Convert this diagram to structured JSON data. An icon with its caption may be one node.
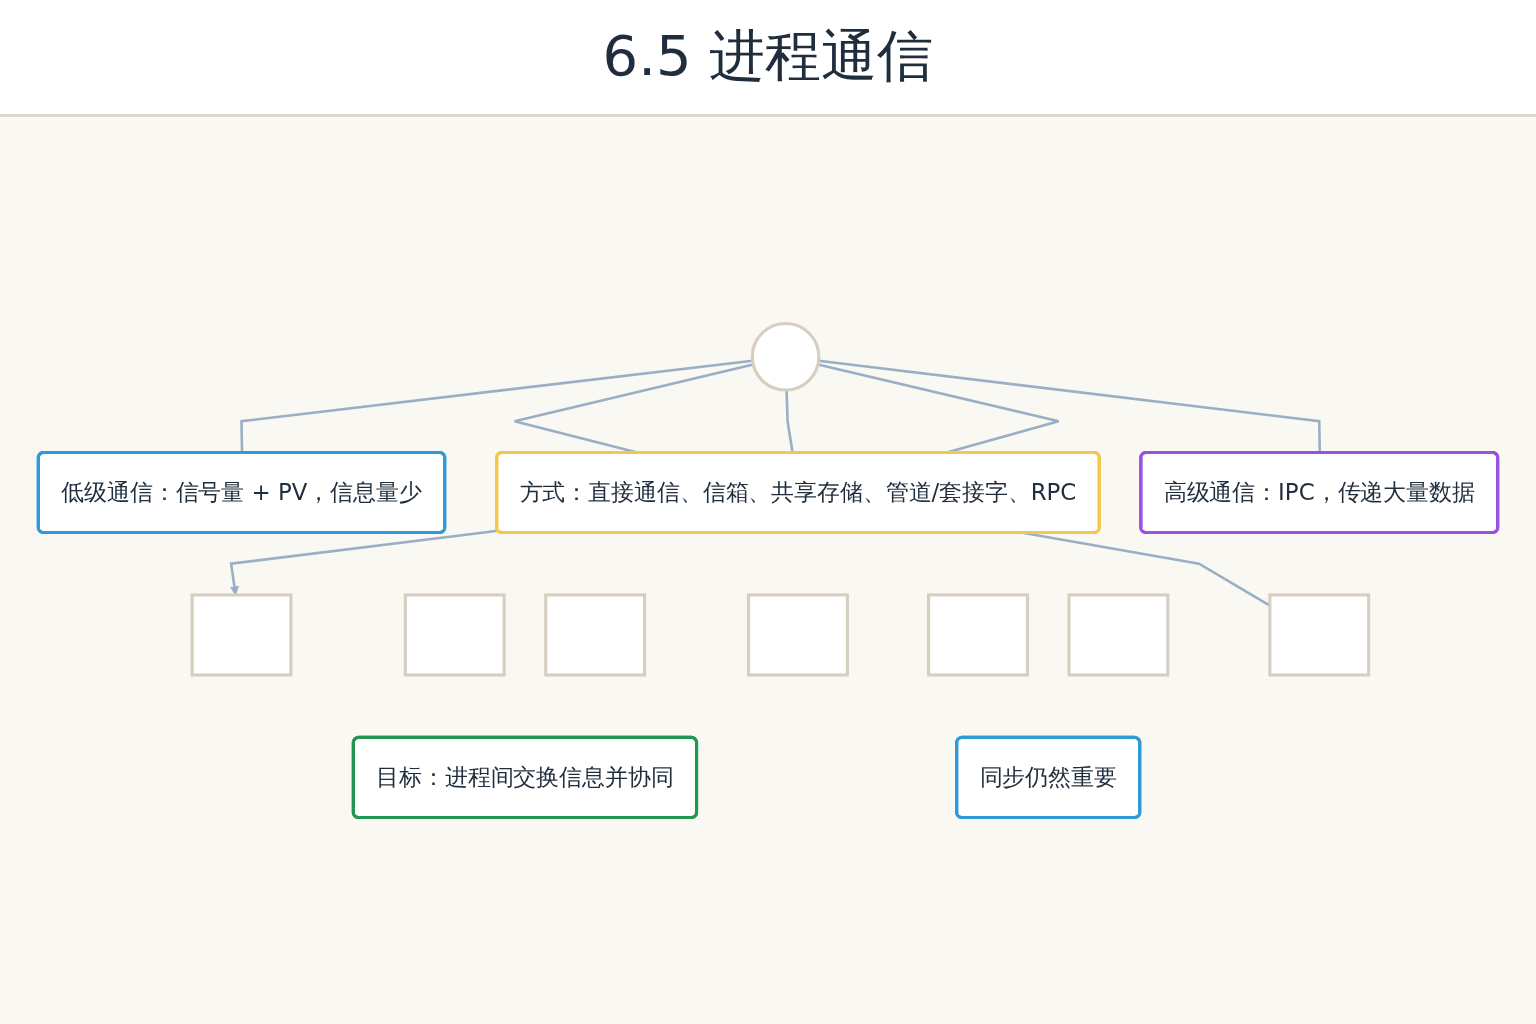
{
  "diagram": {
    "title": "6.5 进程通信",
    "nodes": [
      {
        "text": [
          "低级通信：信号量 + PV，信息量少"
        ]
      },
      {
        "text": [],
        "shape": "circle"
      },
      {
        "text": [
          "高级通信：IPC，传递大量数据"
        ]
      },
      {
        "text": [
          "方式：直接通信、信箱、共享存储、管道/套接字、RPC"
        ]
      },
      {
        "text": [],
        "shape": "box"
      },
      {
        "text": [],
        "shape": "box"
      },
      {
        "text": [],
        "shape": "box"
      },
      {
        "text": [],
        "shape": "box"
      },
      {
        "text": [],
        "shape": "box"
      },
      {
        "text": [],
        "shape": "box"
      },
      {
        "text": [],
        "shape": "box"
      },
      {
        "text": [
          "目标：进程间交换信息并协同"
        ]
      },
      {
        "text": [
          "同步仍然重要"
        ]
      }
    ],
    "edges": [
      {
        "from": 1,
        "to": 0,
        "arrow": "none"
      },
      {
        "from": 1,
        "to": 3,
        "arrow": "none"
      },
      {
        "from": 1,
        "to": 3,
        "arrow": "none"
      },
      {
        "from": 1,
        "to": 3,
        "arrow": "none"
      },
      {
        "from": 1,
        "to": 2,
        "arrow": "none"
      },
      {
        "from": 3,
        "to": 4,
        "arrow": "to"
      },
      {
        "from": 3,
        "to": 10,
        "arrow": "none"
      }
    ]
  }
}
